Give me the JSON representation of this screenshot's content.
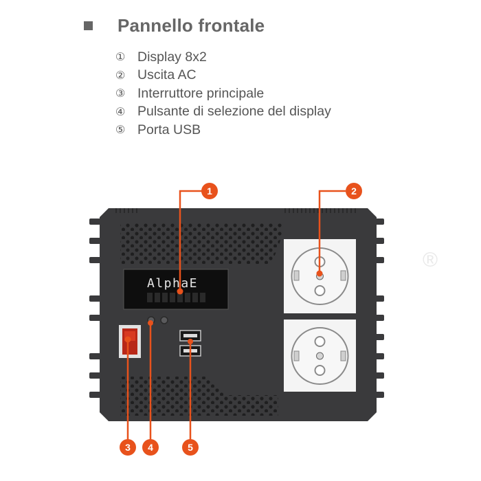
{
  "header": {
    "title": "Pannello frontale"
  },
  "items": [
    {
      "num": "①",
      "label": "Display 8x2"
    },
    {
      "num": "②",
      "label": "Uscita AC"
    },
    {
      "num": "③",
      "label": "Interruttore principale"
    },
    {
      "num": "④",
      "label": "Pulsante di selezione del display"
    },
    {
      "num": "⑤",
      "label": "Porta USB"
    }
  ],
  "device": {
    "display_text": "AlphaE"
  },
  "callouts": [
    "1",
    "2",
    "3",
    "4",
    "5"
  ],
  "watermark": {
    "registered": "®"
  },
  "colors": {
    "callout": "#e8521c",
    "panel": "#3a3a3c",
    "socket_bg": "#f4f4f4"
  }
}
